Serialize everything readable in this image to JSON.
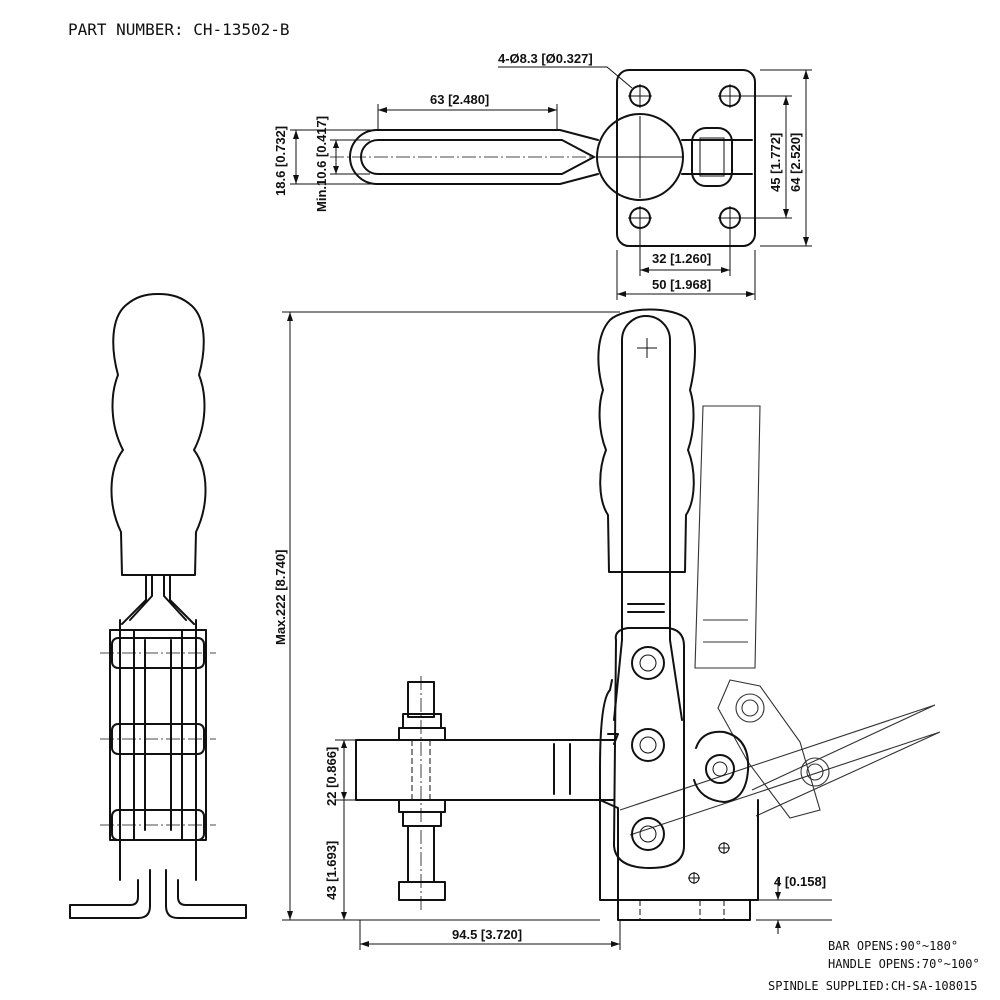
{
  "title": {
    "part_number": "PART NUMBER: CH-13502-B"
  },
  "dimensions": {
    "hole_pattern": "4-Ø8.3 [Ø0.327]",
    "handle_length": "63 [2.480]",
    "handle_width": "18.6 [0.732]",
    "handle_slot": "Min.10.6 [0.417]",
    "hole_spacing_vertical": "45 [1.772]",
    "base_height_top": "64 [2.520]",
    "hole_spacing_horizontal": "32 [1.260]",
    "base_width": "50 [1.968]",
    "max_height": "Max.222 [8.740]",
    "bar_thickness": "22 [0.866]",
    "bar_height": "43 [1.693]",
    "reach": "94.5 [3.720]",
    "base_thickness": "4 [0.158]"
  },
  "notes": {
    "bar_opens": "BAR OPENS:90°~180°",
    "handle_opens": "HANDLE OPENS:70°~100°",
    "spindle": "SPINDLE SUPPLIED:CH-SA-108015"
  }
}
